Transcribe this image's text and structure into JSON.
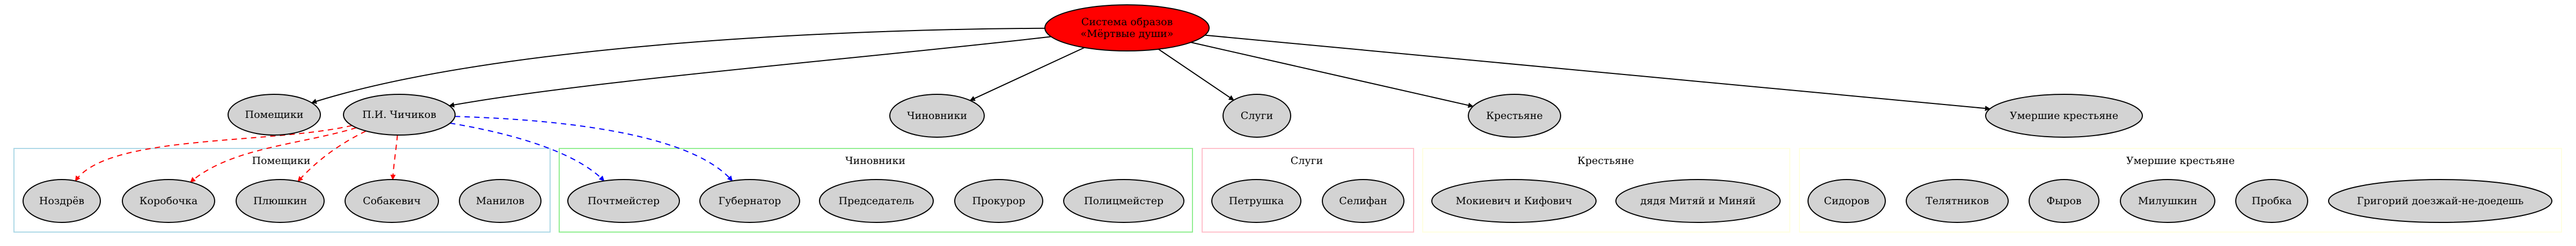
{
  "title": "Система образов «Мёртвые души»",
  "colors": {
    "root_fill": "#ff0000",
    "node_fill": "#d3d3d3",
    "node_stroke": "#000000",
    "red_edge": "#ff0000",
    "blue_edge": "#0000ff",
    "black_edge": "#000000"
  },
  "root": {
    "id": "root",
    "label_lines": [
      "Система образов",
      "«Мёртвые души»"
    ]
  },
  "top_nodes": [
    {
      "id": "pomeshchiki",
      "label": "Помещики"
    },
    {
      "id": "chichikov",
      "label": "П.И. Чичиков"
    },
    {
      "id": "chinovniki",
      "label": "Чиновники"
    },
    {
      "id": "slugi",
      "label": "Слуги"
    },
    {
      "id": "krestyane",
      "label": "Крестьяне"
    },
    {
      "id": "umershie",
      "label": "Умершие крестьяне"
    }
  ],
  "clusters": [
    {
      "id": "cluster-pomeshchiki",
      "label": "Помещики",
      "color": "#add8e6",
      "nodes": [
        {
          "id": "nozdrev",
          "label": "Ноздрёв"
        },
        {
          "id": "korobochka",
          "label": "Коробочка"
        },
        {
          "id": "plyushkin",
          "label": "Плюшкин"
        },
        {
          "id": "sobakevich",
          "label": "Собакевич"
        },
        {
          "id": "manilov",
          "label": "Манилов"
        }
      ]
    },
    {
      "id": "cluster-chinovniki",
      "label": "Чиновники",
      "color": "#90ee90",
      "nodes": [
        {
          "id": "pochtmeister",
          "label": "Почтмейстер"
        },
        {
          "id": "gubernator",
          "label": "Губернатор"
        },
        {
          "id": "predsedatel",
          "label": "Председатель"
        },
        {
          "id": "prokuror",
          "label": "Прокурор"
        },
        {
          "id": "politsmeister",
          "label": "Полицмейстер"
        }
      ]
    },
    {
      "id": "cluster-slugi",
      "label": "Слуги",
      "color": "#ffc0cb",
      "nodes": [
        {
          "id": "petrushka",
          "label": "Петрушка"
        },
        {
          "id": "selifan",
          "label": "Селифан"
        }
      ]
    },
    {
      "id": "cluster-krestyane",
      "label": "Крестьяне",
      "color": "#ffffe0",
      "nodes": [
        {
          "id": "mokievich",
          "label": "Мокиевич и Кифович"
        },
        {
          "id": "mityai",
          "label": "дядя Митяй и Миняй"
        }
      ]
    },
    {
      "id": "cluster-umershie",
      "label": "Умершие крестьяне",
      "color": "#ffffe0",
      "nodes": [
        {
          "id": "sidorov",
          "label": "Сидоров"
        },
        {
          "id": "telyatnikov",
          "label": "Телятников"
        },
        {
          "id": "fyrov",
          "label": "Фыров"
        },
        {
          "id": "milushkin",
          "label": "Милушкин"
        },
        {
          "id": "probka",
          "label": "Пробка"
        },
        {
          "id": "grigoriy",
          "label": "Григорий доезжай-не-доедешь"
        }
      ]
    }
  ],
  "edges": [
    {
      "from": "root",
      "to": "pomeshchiki",
      "style": "solid",
      "color": "black"
    },
    {
      "from": "root",
      "to": "chichikov",
      "style": "solid",
      "color": "black"
    },
    {
      "from": "root",
      "to": "chinovniki",
      "style": "solid",
      "color": "black"
    },
    {
      "from": "root",
      "to": "slugi",
      "style": "solid",
      "color": "black"
    },
    {
      "from": "root",
      "to": "krestyane",
      "style": "solid",
      "color": "black"
    },
    {
      "from": "root",
      "to": "umershie",
      "style": "solid",
      "color": "black"
    },
    {
      "from": "chichikov",
      "to": "nozdrev",
      "style": "dashed",
      "color": "red"
    },
    {
      "from": "chichikov",
      "to": "korobochka",
      "style": "dashed",
      "color": "red"
    },
    {
      "from": "chichikov",
      "to": "plyushkin",
      "style": "dashed",
      "color": "red"
    },
    {
      "from": "chichikov",
      "to": "sobakevich",
      "style": "dashed",
      "color": "red"
    },
    {
      "from": "chichikov",
      "to": "pochtmeister",
      "style": "dashed",
      "color": "blue"
    },
    {
      "from": "chichikov",
      "to": "gubernator",
      "style": "dashed",
      "color": "blue"
    }
  ]
}
